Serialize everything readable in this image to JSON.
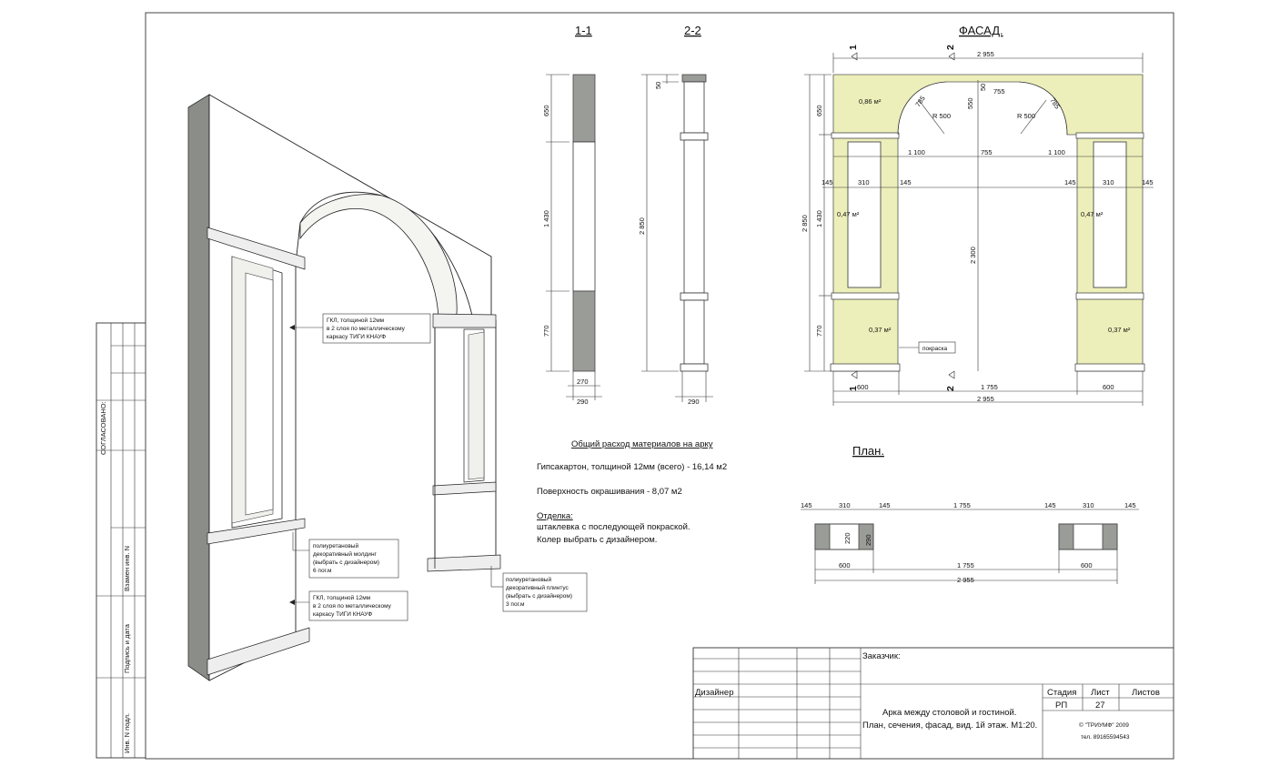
{
  "colors": {
    "facade_fill": "#ecefb9",
    "section_fill": "#9a9c98",
    "line": "#222222"
  },
  "side_stamp": {
    "soglasovano": "СОГЛАСОВАНО:",
    "vzam_inv": "Взамен инв. N",
    "podpis_data": "Подпись и дата",
    "inv_podl": "Инв. N подл."
  },
  "perspective_notes": {
    "gkl_top": [
      "ГКЛ, толщиной 12мм",
      "в 2 слоя по металлическому",
      "каркасу ТИГИ КНАУФ"
    ],
    "molding": [
      "полиуретановый",
      "декоративный молдинг",
      "(выбрать с дизайнером)",
      "6 пог.м"
    ],
    "gkl_bottom": [
      "ГКЛ, толщиной 12мм",
      "в 2 слоя по металлическому",
      "каркасу ТИГИ КНАУФ"
    ],
    "plinth": [
      "полиуретановый",
      "декоративный плинтус",
      "(выбрать с дизайнером)",
      "3 пог.м"
    ]
  },
  "section_1": {
    "title": "1-1",
    "dims": [
      "650",
      "1 430",
      "770",
      "270",
      "290"
    ]
  },
  "section_2": {
    "title": "2-2",
    "dims": [
      "50",
      "2 850",
      "290"
    ]
  },
  "facade": {
    "title": "ФАСАД.",
    "cut1": "1",
    "cut2": "2",
    "dims_top": "2 955",
    "dims_bottom_total": "2 955",
    "dims_bottom": [
      "600",
      "1 755",
      "600"
    ],
    "dims_mid": [
      "1 100",
      "755",
      "1 100"
    ],
    "dims_niche": [
      "145",
      "310",
      "145",
      "145",
      "310",
      "145"
    ],
    "dims_arch": [
      "785",
      "50",
      "755",
      "785",
      "550"
    ],
    "radius": [
      "R 500",
      "R 500"
    ],
    "dims_left": [
      "650",
      "1 430",
      "770",
      "2 850"
    ],
    "height_open": "2 300",
    "areas": [
      "0,86 м²",
      "0,47 м²",
      "0,47 м²",
      "0,37 м²",
      "0,37 м²"
    ],
    "paint_label": "покраска"
  },
  "materials": {
    "title": "Общий расход материалов на арку",
    "gkl": "Гипсакартон, толщиной 12мм (всего) - 16,14 м2",
    "paint": "Поверхность окрашивания - 8,07 м2",
    "finish_title": "Отделка:",
    "finish_1": "штаклевка с последующей покраской.",
    "finish_2": "Колер выбрать с дизайнером."
  },
  "plan": {
    "title": "План.",
    "dims_top": [
      "145",
      "310",
      "145",
      "1 755",
      "145",
      "310",
      "145"
    ],
    "dims_side": [
      "220",
      "290"
    ],
    "dims_bottom": [
      "600",
      "1 755",
      "600"
    ],
    "total": "2 955"
  },
  "title_block": {
    "customer": "Заказчик:",
    "designer": "Дизайнер",
    "stage_h": "Стадия",
    "sheet_h": "Лист",
    "sheets_h": "Листов",
    "stage": "РП",
    "sheet": "27",
    "desc_1": "Арка между столовой и гостиной.",
    "desc_2": "План, сечения, фасад, вид. 1й этаж. М1:20.",
    "copyright": "© \"ТРИУМФ\" 2009",
    "phone": "тел. 89165594543"
  }
}
